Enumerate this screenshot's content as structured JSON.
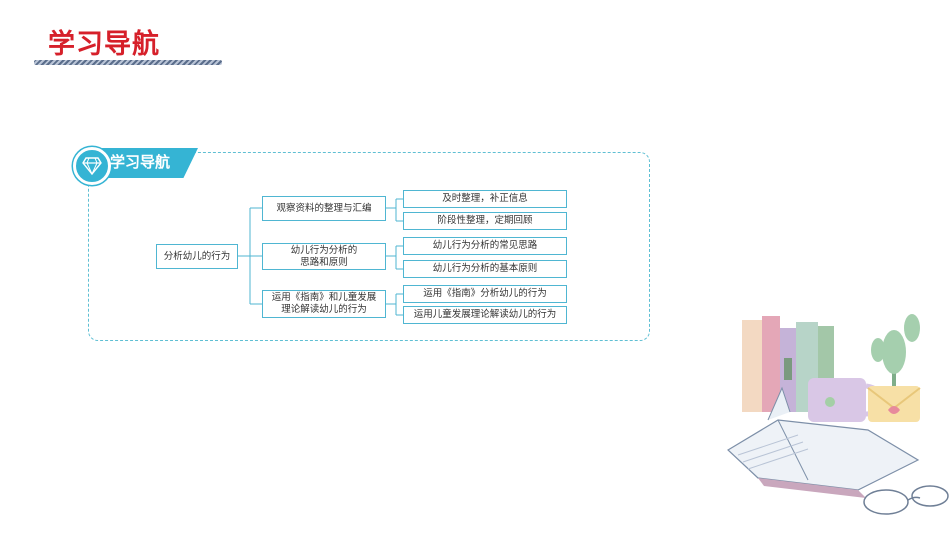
{
  "header": {
    "title": "学习导航"
  },
  "badge": {
    "label": "学习导航",
    "icon": "diamond-icon"
  },
  "mindmap": {
    "root": "分析幼儿的行为",
    "branches": [
      {
        "label_lines": [
          "观察资料的整理与汇编"
        ],
        "leaves": [
          "及时整理，补正信息",
          "阶段性整理，定期回顾"
        ]
      },
      {
        "label_lines": [
          "幼儿行为分析的",
          "思路和原则"
        ],
        "leaves": [
          "幼儿行为分析的常见思路",
          "幼儿行为分析的基本原则"
        ]
      },
      {
        "label_lines": [
          "运用《指南》和儿童发展",
          "理论解读幼儿的行为"
        ],
        "leaves": [
          "运用《指南》分析幼儿的行为",
          "运用儿童发展理论解读幼儿的行为"
        ]
      }
    ]
  },
  "colors": {
    "accent": "#35b4d4",
    "title_red": "#d6202a",
    "border": "#4fb6d2"
  }
}
